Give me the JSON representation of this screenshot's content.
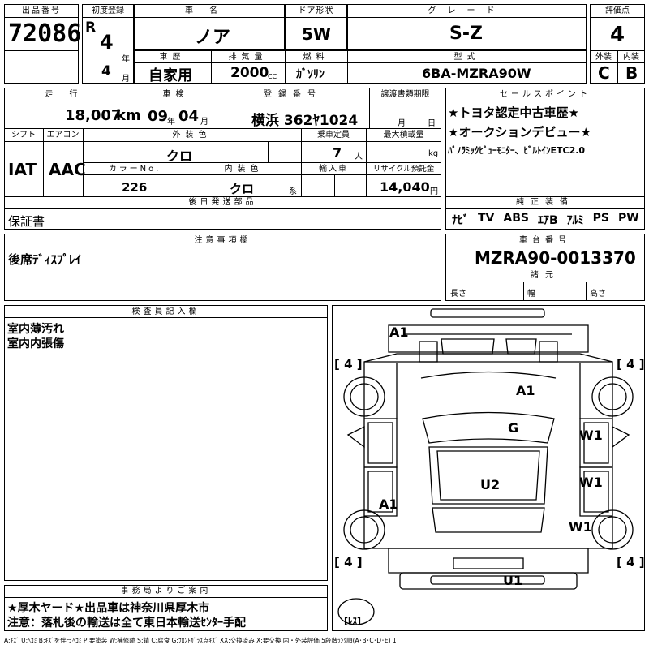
{
  "header": {
    "lot_label": "出品番号",
    "lot_no": "72086",
    "first_reg_label": "初度登録",
    "era": "R",
    "year": "4",
    "year_unit": "年",
    "month": "4",
    "month_unit": "月",
    "car_name_label": "車名",
    "car_name": "ノア",
    "door_label": "ドア形状",
    "door": "5W",
    "grade_label": "グレード",
    "grade": "S-Z",
    "score_label": "評価点",
    "score": "4",
    "history_label": "車歴",
    "history": "自家用",
    "displacement_label": "排気量",
    "displacement": "2000",
    "cc": "CC",
    "fuel_label": "燃料",
    "fuel": "ｶﾞｿﾘﾝ",
    "model_label": "型式",
    "model": "6BA-MZRA90W",
    "ext_label": "外装",
    "ext": "C",
    "int_label": "内装",
    "int": "B"
  },
  "row2": {
    "mileage_label": "走行",
    "mileage": "18,007",
    "km": "km",
    "inspection_label": "車検",
    "insp_year": "09",
    "insp_year_unit": "年",
    "insp_month": "04",
    "insp_month_unit": "月",
    "reg_no_label": "登録番号",
    "reg_no": "横浜 362ﾔ1024",
    "transfer_label": "譲渡書類期限",
    "transfer_month": "月",
    "transfer_day": "日",
    "shift_label": "シフト",
    "shift": "IAT",
    "ac_label": "エアコン",
    "ac": "AAC",
    "ext_color_label": "外装色",
    "ext_color": "クロ",
    "capacity_label": "乗車定員",
    "capacity": "7",
    "capacity_unit": "人",
    "max_load_label": "最大積載量",
    "max_load_unit": "kg",
    "color_no_label": "カラーNo.",
    "color_no": "226",
    "int_color_label": "内装色",
    "int_color": "クロ",
    "int_color_unit": "系",
    "import_label": "輸入車",
    "recycle_label": "リサイクル預託金",
    "recycle": "14,040",
    "recycle_unit": "円"
  },
  "sales": {
    "label": "セールスポイント",
    "lines": [
      "★トヨタ認定中古車歴★",
      "★オークションデビュー★",
      "ﾊﾟﾉﾗﾐｯｸﾋﾞｭｰﾓﾆﾀｰ、ﾋﾞﾙﾄｲﾝETC2.0"
    ]
  },
  "later_parts": {
    "label": "後日発送部品",
    "value": "保証書"
  },
  "equipment": {
    "label": "純正装備",
    "items": [
      "ﾅﾋﾞ",
      "TV",
      "ABS",
      "ｴｱB",
      "ｱﾙﾐ",
      "PS",
      "PW"
    ]
  },
  "notes": {
    "label": "注意事項欄",
    "value": "後席ﾃﾞｨｽﾌﾟﾚｲ"
  },
  "chassis": {
    "label": "車台番号",
    "value": "MZRA90-0013370",
    "dims_label": "諸元",
    "length": "長さ",
    "width": "幅",
    "height": "高さ"
  },
  "inspector": {
    "label": "検査員記入欄",
    "lines": [
      "室内薄汚れ",
      "室内内張傷"
    ]
  },
  "office": {
    "label": "事務局よりご案内",
    "lines": [
      "★厚木ヤード★出品車は神奈川県厚木市",
      "注意：落札後の輸送は全て東日本輸送ｾﾝﾀｰ手配"
    ]
  },
  "diagram": {
    "tires": [
      "[ 4 ]",
      "[ 4 ]",
      "[ 4 ]",
      "[ 4 ]"
    ],
    "spare": "[ﾚｽ]",
    "marks": [
      {
        "code": "A1",
        "pos": "front-bumper"
      },
      {
        "code": "A1",
        "pos": "hood"
      },
      {
        "code": "G",
        "pos": "windshield"
      },
      {
        "code": "W1",
        "pos": "right-front-door"
      },
      {
        "code": "W1",
        "pos": "right-rear-door"
      },
      {
        "code": "W1",
        "pos": "right-rear-quarter"
      },
      {
        "code": "U2",
        "pos": "roof"
      },
      {
        "code": "A1",
        "pos": "left-rear-door"
      },
      {
        "code": "U1",
        "pos": "rear-bumper"
      }
    ]
  },
  "legend": "A:ｷｽﾞ U:ﾍｺﾐ B:ｷｽﾞを伴うﾍｺﾐ P:要塗装 W:補修跡 S:錆 C:腐食 G:ﾌﾛﾝﾄｶﾞﾗｽ点ｷｽﾞ XX:交換済み X:要交換 内・外装評価 5段階ﾗﾝｸ順(A･B･C･D･E) 1"
}
